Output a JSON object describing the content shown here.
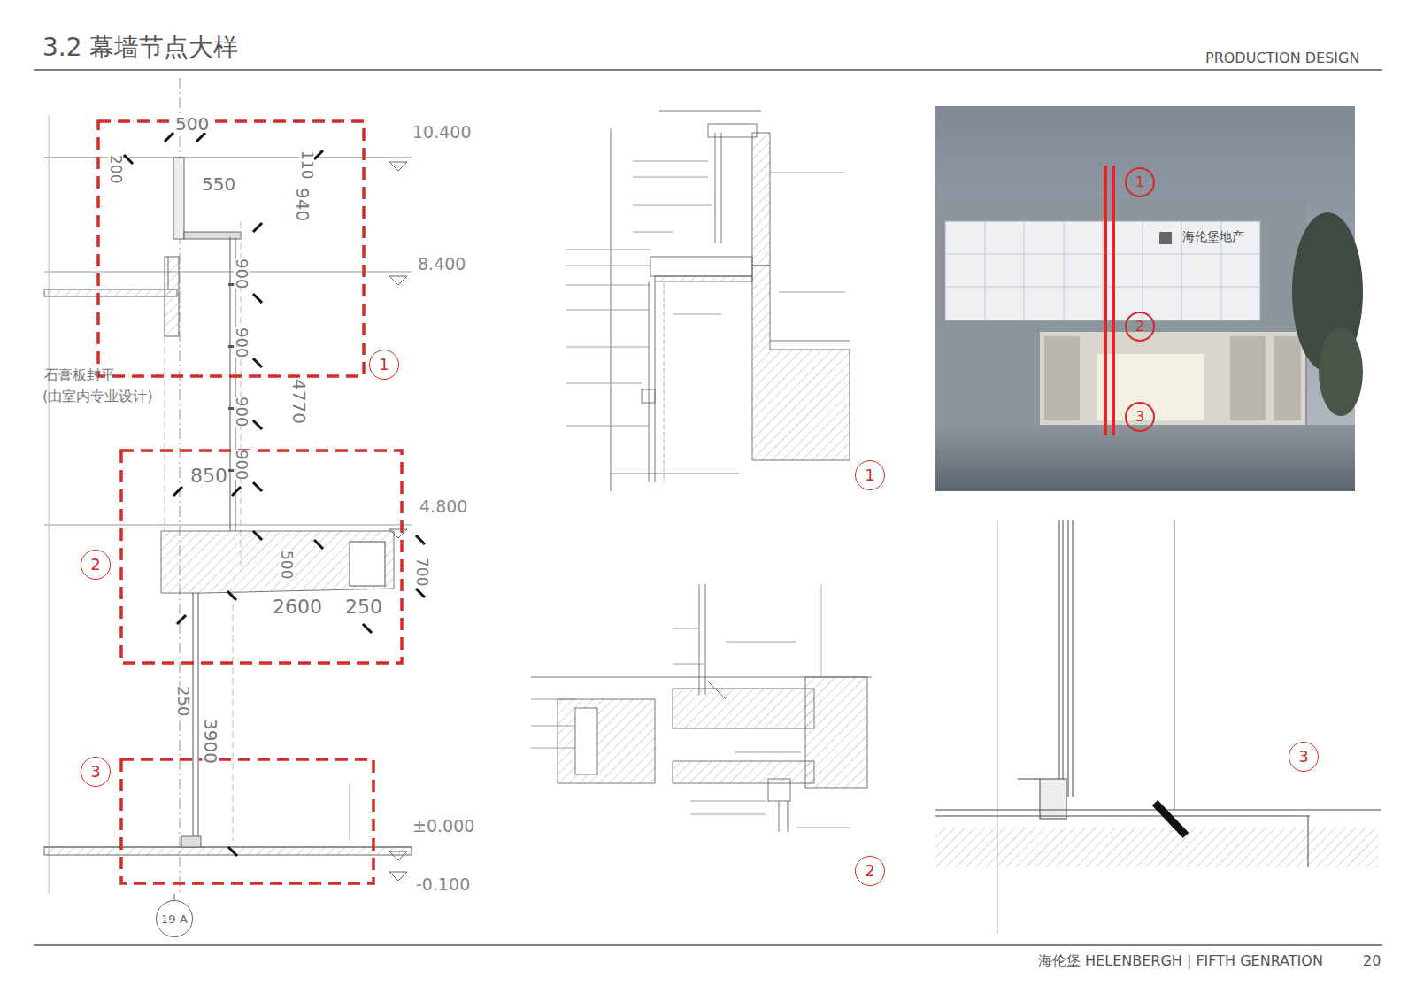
{
  "diagram": {
    "title": "3.2 幕墙节点大样",
    "nodes": [
      {
        "text": [
          "1"
        ]
      },
      {
        "text": [
          "2"
        ]
      },
      {
        "text": [
          "3"
        ]
      },
      {
        "text": [
          "19-A"
        ]
      },
      {
        "text": [
          "1"
        ]
      },
      {
        "text": [
          "2"
        ]
      },
      {
        "text": [
          "1"
        ]
      },
      {
        "text": [
          "2"
        ]
      },
      {
        "text": [
          "3"
        ]
      },
      {
        "text": [
          "3"
        ]
      }
    ],
    "labels": [
      "PRODUCTION DESIGN",
      "海伦堡 HELENBERGH  |  FIFTH GENRATION",
      "20",
      "500",
      "200",
      "550",
      "940",
      "110",
      "10.400",
      "8.400",
      "900",
      "900",
      "900",
      "900",
      "4770",
      "石膏板封平",
      "(由室内专业设计)",
      "850",
      "4.800",
      "500",
      "700",
      "2600",
      "250",
      "250",
      "3900",
      "±0.000",
      "-0.100",
      "海伦堡地产"
    ]
  }
}
